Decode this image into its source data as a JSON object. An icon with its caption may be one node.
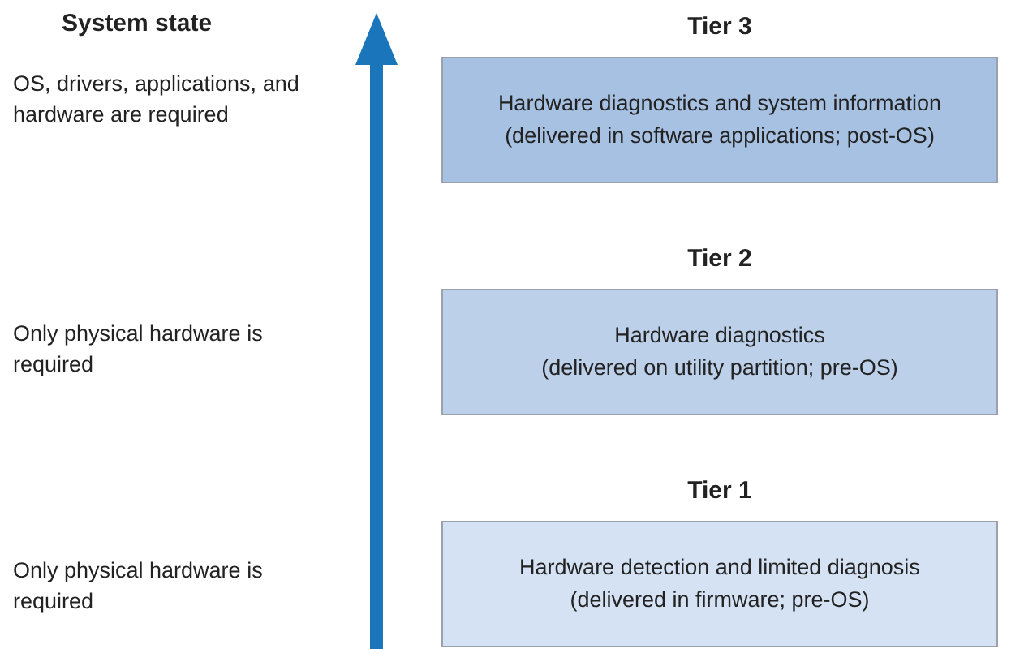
{
  "diagram": {
    "nodes": [
      {
        "text": [
          "Tier 3",
          "Hardware diagnostics and system information",
          "(delivered in software applications; post-OS)"
        ]
      },
      {
        "text": [
          "Tier 2",
          "Hardware diagnostics",
          "(delivered on utility partition; pre-OS)"
        ]
      },
      {
        "text": [
          "Tier 1",
          "Hardware detection and limited diagnosis",
          "(delivered in firmware; pre-OS)"
        ]
      }
    ],
    "labels": [
      "System state",
      "OS, drivers, applications, and hardware are required",
      "Only physical hardware is required",
      "Only physical hardware is required"
    ]
  }
}
